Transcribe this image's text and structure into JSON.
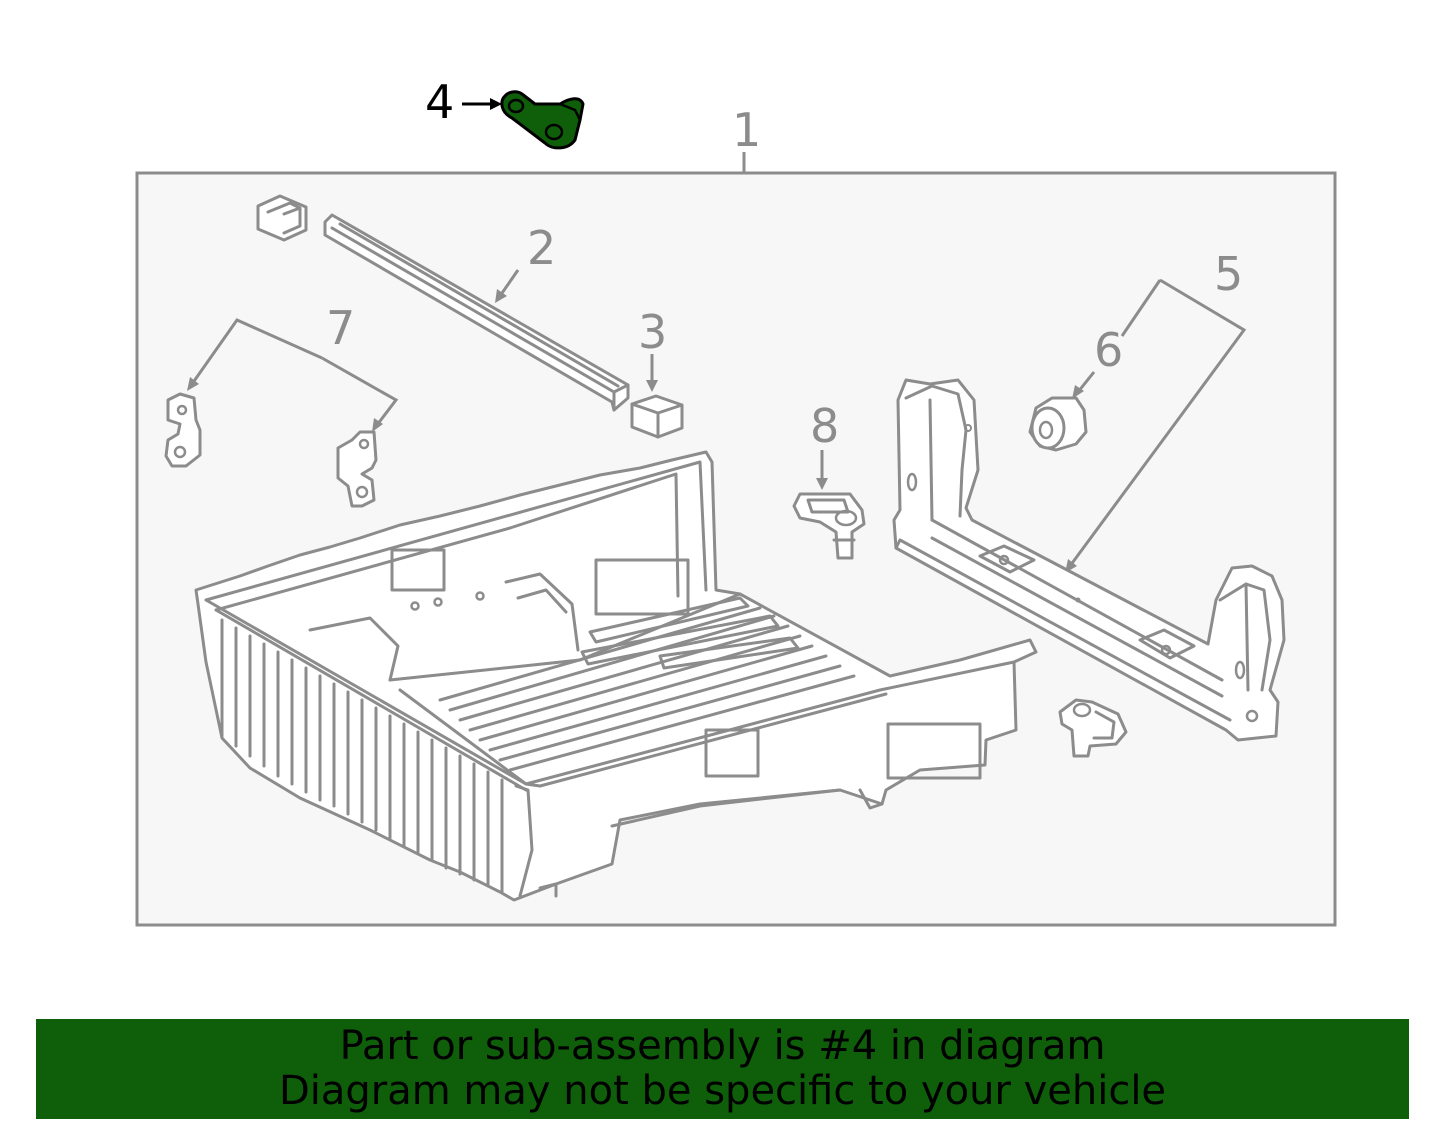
{
  "diagram": {
    "callouts": [
      {
        "id": "1",
        "label": "1"
      },
      {
        "id": "2",
        "label": "2"
      },
      {
        "id": "3",
        "label": "3"
      },
      {
        "id": "4",
        "label": "4",
        "highlighted": true
      },
      {
        "id": "5",
        "label": "5"
      },
      {
        "id": "6",
        "label": "6"
      },
      {
        "id": "7",
        "label": "7"
      },
      {
        "id": "8",
        "label": "8"
      }
    ],
    "highlight_color": "#0f5e0a",
    "line_color": "#8c8c8c",
    "panel_fill": "#f7f7f7"
  },
  "banner": {
    "line1": "Part or sub-assembly is #4 in diagram",
    "line2": "Diagram may not be specific to your vehicle",
    "background": "#0f5e0a"
  }
}
